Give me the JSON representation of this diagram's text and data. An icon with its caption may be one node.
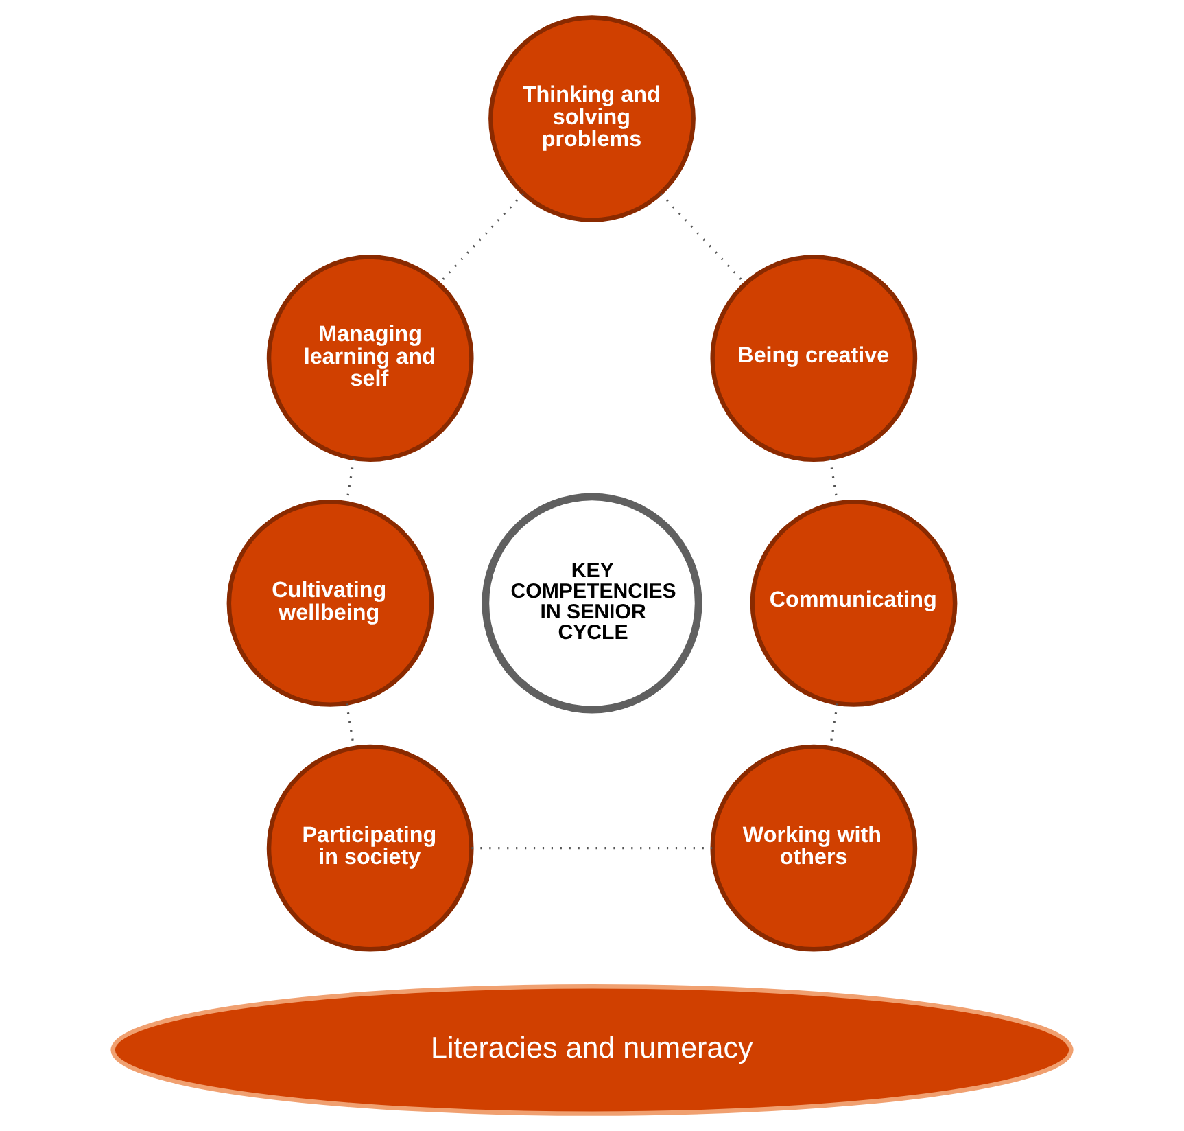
{
  "diagram": {
    "nodes": [
      {
        "text": [
          "Thinking and solving problems"
        ]
      },
      {
        "text": [
          "Managing learning and self"
        ]
      },
      {
        "text": [
          "Being creative"
        ]
      },
      {
        "text": [
          "KEY COMPETENCIES IN SENIOR CYCLE"
        ]
      },
      {
        "text": [
          "Cultivating wellbeing"
        ]
      },
      {
        "text": [
          "Communicating"
        ]
      },
      {
        "text": [
          "Participating in society"
        ]
      },
      {
        "text": [
          "Working with others"
        ]
      },
      {
        "text": [
          "Literacies and numeracy"
        ]
      }
    ],
    "edges": [
      {
        "from": 0,
        "to": 1,
        "arrow": "none"
      },
      {
        "from": 0,
        "to": 2,
        "arrow": "none"
      },
      {
        "from": 2,
        "to": 5,
        "arrow": "none"
      },
      {
        "from": 5,
        "to": 7,
        "arrow": "none"
      },
      {
        "from": 6,
        "to": 7,
        "arrow": "none"
      },
      {
        "from": 4,
        "to": 6,
        "arrow": "none"
      },
      {
        "from": 1,
        "to": 4,
        "arrow": "none"
      }
    ]
  }
}
